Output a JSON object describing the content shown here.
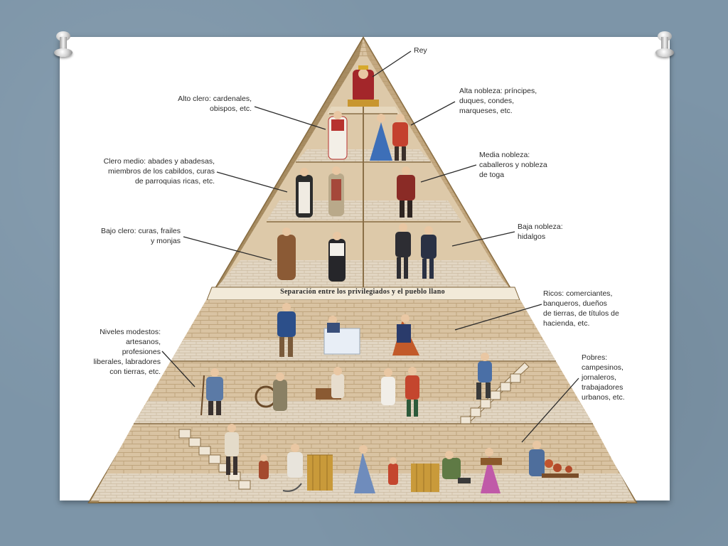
{
  "labels": {
    "rey": "Rey",
    "alto_clero": [
      "Alto clero: cardenales,",
      "obispos, etc."
    ],
    "alta_nobleza": [
      "Alta nobleza: príncipes,",
      "duques, condes,",
      "marqueses, etc."
    ],
    "clero_medio": [
      "Clero medio: abades y abadesas,",
      "miembros de los cabildos, curas",
      "de parroquias ricas, etc."
    ],
    "media_nobleza": [
      "Media nobleza:",
      "caballeros y nobleza",
      "de toga"
    ],
    "bajo_clero": [
      "Bajo clero: curas, frailes",
      "y monjas"
    ],
    "baja_nobleza": [
      "Baja nobleza:",
      "hidalgos"
    ],
    "separacion": "Separación entre los privilegiados y el pueblo llano",
    "ricos": [
      "Ricos: comerciantes,",
      "banqueros, dueños",
      "de tierras, de títulos de",
      "hacienda, etc."
    ],
    "niveles_modestos": [
      "Niveles modestos:",
      "artesanos,",
      "profesiones",
      "liberales, labradores",
      "con tierras, etc."
    ],
    "pobres": [
      "Pobres:",
      "campesinos,",
      "jornaleros,",
      "trabajadores",
      "urbanos, etc."
    ]
  },
  "colors": {
    "stone": "#cfb795",
    "stone_dark": "#a98c62",
    "edge": "#7f6338",
    "floor": "#e7dccb",
    "background": "#7d95a8"
  }
}
